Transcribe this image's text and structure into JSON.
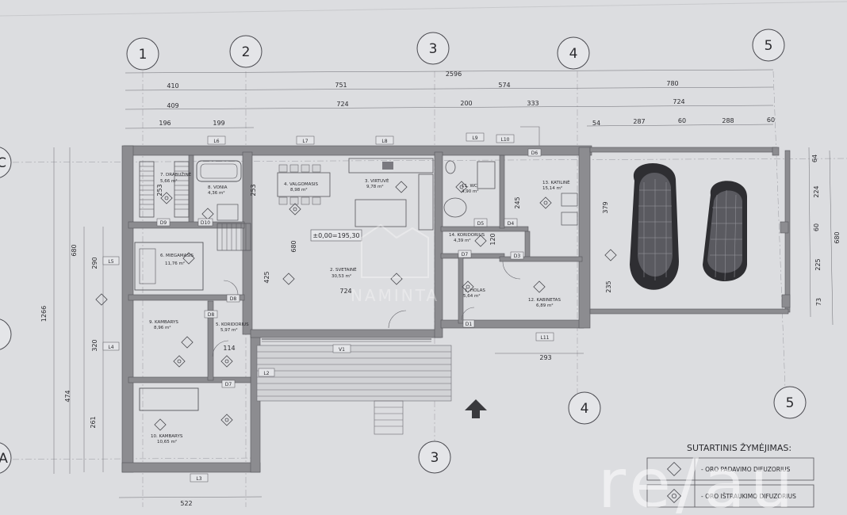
{
  "axes_top": [
    "1",
    "2",
    "3",
    "4",
    "5"
  ],
  "axes_bottom": [
    "3",
    "4",
    "5"
  ],
  "axes_left": [
    "C",
    "A"
  ],
  "dims": {
    "overall": "2596",
    "row1": [
      "410",
      "751",
      "574",
      "780"
    ],
    "row2": [
      "409",
      "724",
      "200",
      "333",
      "724"
    ],
    "row3": [
      "196",
      "199",
      "54",
      "287",
      "60",
      "288",
      "60"
    ],
    "left_outer": [
      "680",
      "1266"
    ],
    "left_inner": [
      "290",
      "320",
      "474"
    ],
    "left_inner2": [
      "261"
    ],
    "inner": [
      "253",
      "253",
      "680",
      "425",
      "724",
      "114",
      "245",
      "120",
      "379",
      "235",
      "293"
    ],
    "right": [
      "64",
      "224",
      "60",
      "225",
      "73",
      "680"
    ],
    "bottom": "522"
  },
  "openings": {
    "windows": [
      "L6",
      "L7",
      "L8",
      "L9",
      "L10",
      "L5",
      "L4",
      "L3",
      "L2",
      "L11"
    ],
    "doors": [
      "D10",
      "D6",
      "D5",
      "D4",
      "D7",
      "D3",
      "D8",
      "D7",
      "D8",
      "D1"
    ],
    "doors_extra": [
      "D9"
    ],
    "glazing": "V1"
  },
  "rooms": [
    {
      "name": "7. DRABUŽINĖ",
      "area": "5,66 m²"
    },
    {
      "name": "8. VONIA",
      "area": "4,36 m²"
    },
    {
      "name": "4. VALGOMASIS",
      "area": "8,98 m²"
    },
    {
      "name": "3. VIRTUVĖ",
      "area": "9,78 m²"
    },
    {
      "name": "11. WC",
      "area": "4,90 m²"
    },
    {
      "name": "13. KATILINĖ",
      "area": "15,14 m²"
    },
    {
      "name": "6. MIEGAMASIS",
      "area": "11,76 m²"
    },
    {
      "name": "2. SVETAINĖ",
      "area": "30,53 m²"
    },
    {
      "name": "14. KORIDORIUS",
      "area": "4,39 m²"
    },
    {
      "name": "1. HOLAS",
      "area": "5,64 m²"
    },
    {
      "name": "12. KABINETAS",
      "area": "6,89 m²"
    },
    {
      "name": "9. KAMBARYS",
      "area": "8,96 m²"
    },
    {
      "name": "5. KORIDORIUS",
      "area": "5,97 m²"
    },
    {
      "name": "10. KAMBARYS",
      "area": "10,65 m²"
    }
  ],
  "level": "±0,00=195,30",
  "watermark": "NAMINTA",
  "legend": {
    "title": "SUTARTINIS ŽYMĖJIMAS:",
    "items": [
      "- ORO PADAVIMO DIFUZORIUS",
      "- ORO IŠTRAUKIMO DIFUZORIUS"
    ]
  },
  "logo": "re/au"
}
